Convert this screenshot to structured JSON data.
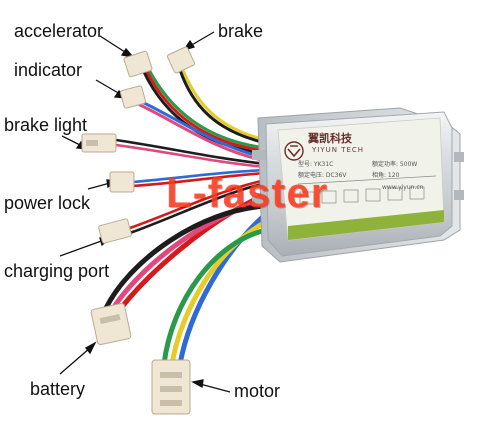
{
  "labels": {
    "accelerator": "accelerator",
    "brake": "brake",
    "indicator": "indicator",
    "brake_light": "brake light",
    "power_lock": "power lock",
    "charging_port": "charging port",
    "battery": "battery",
    "motor": "motor"
  },
  "watermark": "L-faster",
  "panel": {
    "brand_cn": "翼凯科技",
    "brand_en": "YIYUN TECH",
    "model": "型号: YK31C",
    "power": "额定功率: 500W",
    "voltage": "额定电压: DC36V",
    "angle": "相角: 120",
    "website": "www.yiyun.cn"
  },
  "colors": {
    "watermark": "#ff3a1e",
    "housing": "#d9dde0",
    "label_panel": "#f1f3ea",
    "panel_stripe": "#8fb33a",
    "connector": "#efe6d4",
    "wire_red": "#d41a1a",
    "wire_pink": "#e0487e",
    "wire_blue": "#2f6bd6",
    "wire_yellow": "#e5cc2a",
    "wire_green": "#2a9a4a",
    "wire_black": "#1d1d1d"
  }
}
